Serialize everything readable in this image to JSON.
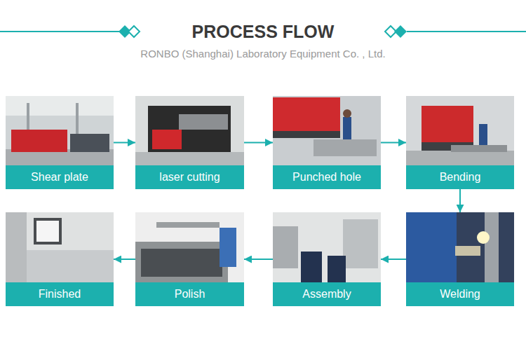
{
  "diagram": {
    "title": "PROCESS FLOW",
    "nodes": [
      {
        "text": [
          "Shear plate"
        ]
      },
      {
        "text": [
          "laser cutting"
        ]
      },
      {
        "text": [
          "Punched hole"
        ]
      },
      {
        "text": [
          "Bending"
        ]
      },
      {
        "text": [
          "Welding"
        ]
      },
      {
        "text": [
          "Assembly"
        ]
      },
      {
        "text": [
          "Polish"
        ]
      },
      {
        "text": [
          "Finished"
        ]
      }
    ],
    "edges": [
      {
        "from": 0,
        "to": 1,
        "arrow": "to"
      },
      {
        "from": 1,
        "to": 2,
        "arrow": "to"
      },
      {
        "from": 2,
        "to": 3,
        "arrow": "to"
      },
      {
        "from": 3,
        "to": 4,
        "arrow": "to"
      },
      {
        "from": 4,
        "to": 5,
        "arrow": "to"
      },
      {
        "from": 5,
        "to": 6,
        "arrow": "to"
      },
      {
        "from": 6,
        "to": 7,
        "arrow": "to"
      }
    ],
    "labels": [
      "RONBO (Shanghai) Laboratory Equipment Co. , Ltd."
    ]
  }
}
